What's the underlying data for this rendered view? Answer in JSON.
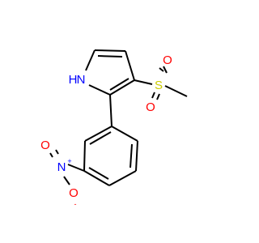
{
  "molecule": {
    "atoms": {
      "nh": {
        "main": "N",
        "suffix": "H",
        "color": "#0000ff"
      },
      "s": {
        "text": "S",
        "color": "#cccc00"
      },
      "o1": {
        "text": "O",
        "color": "#ff0000"
      },
      "o2": {
        "text": "O",
        "color": "#ff0000"
      },
      "nn": {
        "text": "N",
        "charge": "+",
        "color": "#0000ff"
      },
      "on1": {
        "text": "O",
        "color": "#ff0000"
      },
      "on2": {
        "text": "O",
        "charge": "-",
        "color": "#ff0000"
      }
    }
  }
}
